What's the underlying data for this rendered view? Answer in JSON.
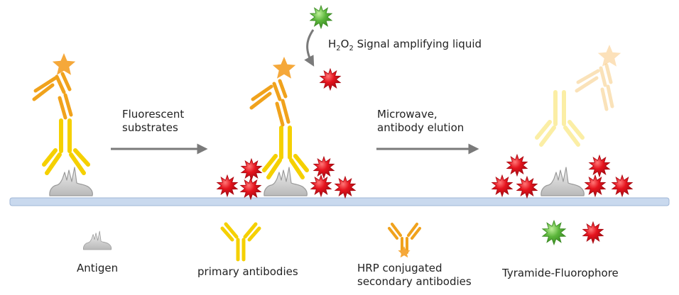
{
  "diagram": {
    "step1_label": "Fluorescent substrates",
    "step1_line1": "Fluorescent",
    "step1_line2": "substrates",
    "reagent_prefix": "H",
    "reagent_sub1": "2",
    "reagent_mid": "O",
    "reagent_sub2": "2",
    "reagent_suffix": " Signal amplifying liquid",
    "step2_line1": "Microwave,",
    "step2_line2": "antibody elution"
  },
  "legend": {
    "antigen": "Antigen",
    "primary": "primary antibodies",
    "secondary_line1": "HRP conjugated",
    "secondary_line2": "secondary antibodies",
    "tyramide": "Tyramide-Fluorophore"
  },
  "colors": {
    "primary_antibody": "#f5d000",
    "secondary_antibody": "#f0a21c",
    "hrp_star": "#f5a83a",
    "fluorophore_red": "#e0141e",
    "fluorophore_green": "#5bb53a",
    "antigen": "#d0d0d0",
    "membrane": "#c9d9ee",
    "arrow": "#7a7a7a"
  }
}
